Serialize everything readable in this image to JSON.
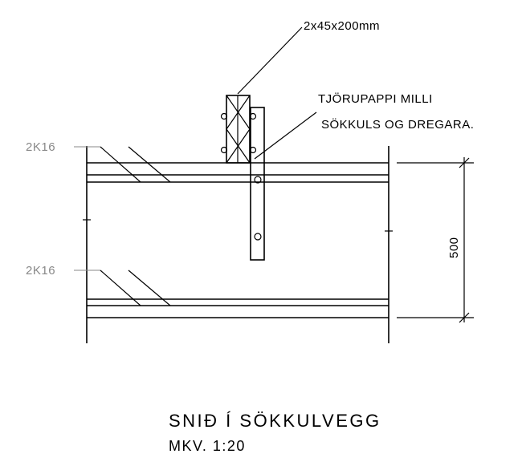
{
  "labels": {
    "timber": "2x45x200mm",
    "tar_paper_line1": "TJÖRUPAPPI MILLI",
    "tar_paper_line2": "SÖKKULS OG DREGARA.",
    "rebar_top": "2K16",
    "rebar_bottom": "2K16",
    "dimension": "500"
  },
  "title": {
    "main": "SNIÐ Í SÖKKULVEGG",
    "scale": "MKV. 1:20"
  }
}
